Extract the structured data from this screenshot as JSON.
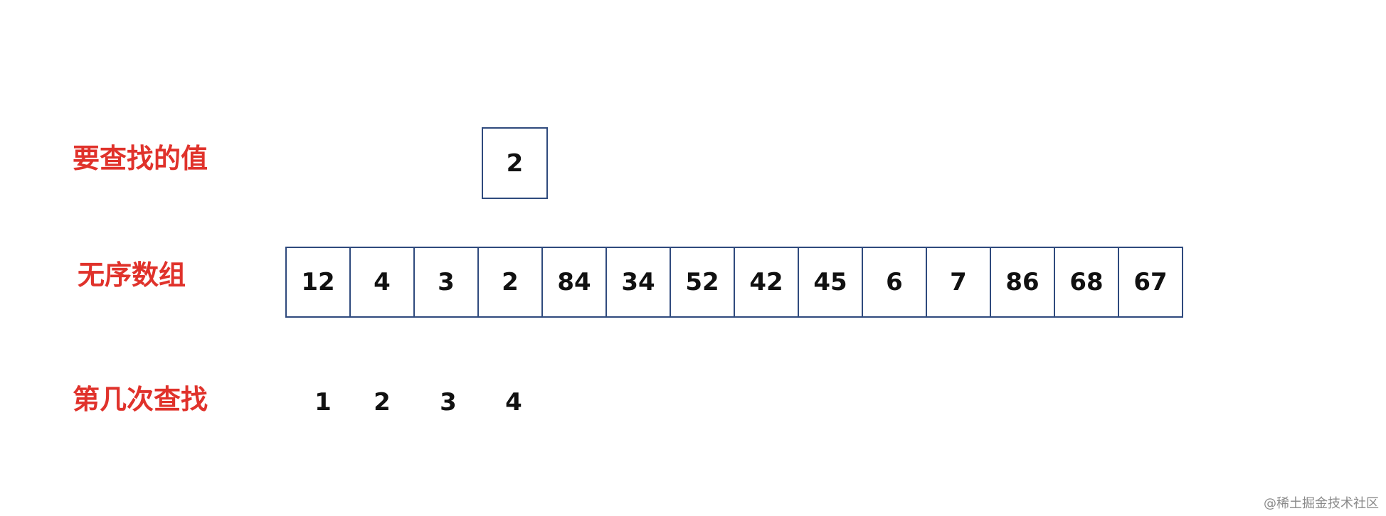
{
  "labels": {
    "target": "要查找的值",
    "array": "无序数组",
    "steps": "第几次查找"
  },
  "target_value": "2",
  "array": [
    "12",
    "4",
    "3",
    "2",
    "84",
    "34",
    "52",
    "42",
    "45",
    "6",
    "7",
    "86",
    "68",
    "67"
  ],
  "steps": [
    "1",
    "2",
    "3",
    "4"
  ],
  "watermark": "@稀土掘金技术社区",
  "colors": {
    "label": "#e0322b",
    "border": "#2f4a7d",
    "text": "#111111"
  }
}
